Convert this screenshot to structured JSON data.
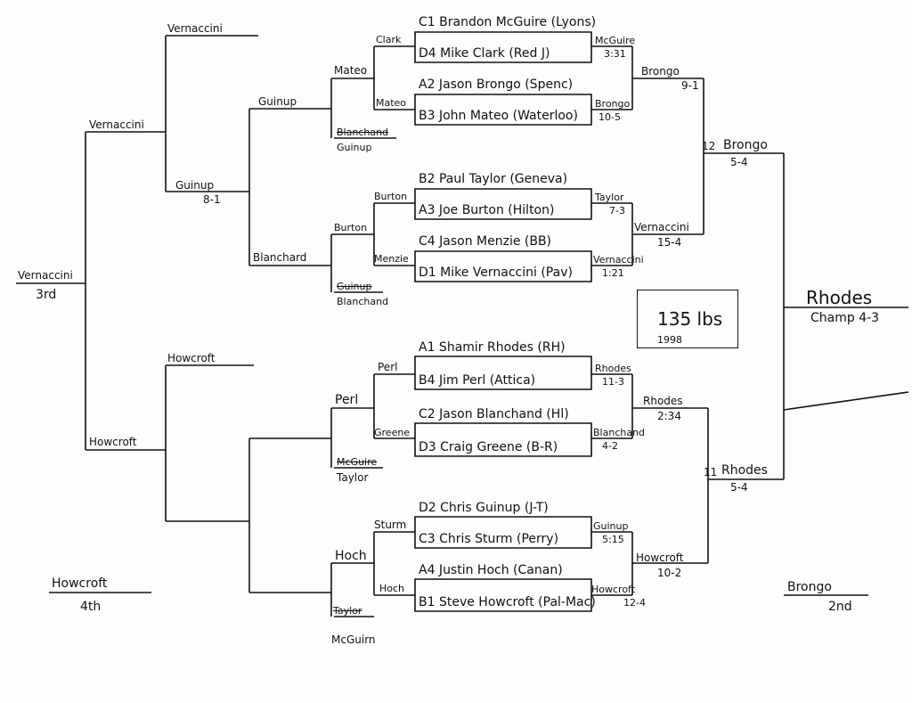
{
  "weight_box": {
    "weight": "135 lbs",
    "year": "1998"
  },
  "entrants": [
    "C1 Brandon McGuire (Lyons)",
    "D4 Mike Clark (Red J)",
    "A2 Jason Brongo (Spenc)",
    "B3 John Mateo (Waterloo)",
    "B2 Paul Taylor (Geneva)",
    "A3 Joe Burton (Hilton)",
    "C4 Jason Menzie (BB)",
    "D1 Mike Vernaccini (Pav)",
    "A1 Shamir Rhodes (RH)",
    "B4 Jim Perl (Attica)",
    "C2 Jason Blanchand (Hl)",
    "D3 Craig Greene (B-R)",
    "D2 Chris Guinup (J-T)",
    "C3 Chris Sturm (Perry)",
    "A4 Justin Hoch (Canan)",
    "B1 Steve Howcroft (Pal-Mac)"
  ],
  "quarterfinals": [
    {
      "winner": "McGuire",
      "score": "3:31"
    },
    {
      "winner": "Brongo",
      "score": "10-5"
    },
    {
      "winner": "Taylor",
      "score": "7-3"
    },
    {
      "winner": "Vernaccini",
      "score": "1:21"
    },
    {
      "winner": "Rhodes",
      "score": "11-3"
    },
    {
      "winner": "Blanchand",
      "score": "4-2"
    },
    {
      "winner": "Guinup",
      "score": "5:15"
    },
    {
      "winner": "Howcroft",
      "score": "12-4"
    }
  ],
  "semifinals": [
    {
      "winner": "Brongo",
      "score": "9-1"
    },
    {
      "winner": "Vernaccini",
      "score": "15-4"
    },
    {
      "winner": "Rhodes",
      "score": "2:34"
    },
    {
      "winner": "Howcroft",
      "score": "10-2"
    }
  ],
  "finalists": [
    {
      "seed": "12",
      "winner": "Brongo",
      "score": "5-4"
    },
    {
      "seed": "11",
      "winner": "Rhodes",
      "score": "5-4"
    }
  ],
  "champion": {
    "name": "Rhodes",
    "label": "Champ 4-3"
  },
  "consolation": {
    "round1": [
      "Clark",
      "Mateo",
      "Burton",
      "Menzie",
      "Perl",
      "Greene",
      "Sturm",
      "Hoch"
    ],
    "round2": [
      "Mateo",
      "Burton",
      "Perl",
      "Hoch"
    ],
    "crossed_out": [
      "Blanchand",
      "Guinup",
      "McGuire",
      "Taylor"
    ],
    "drop_ins": [
      "Guinup",
      "Blanchand",
      "Taylor",
      "McGuirn"
    ],
    "round3": [
      "Guinup",
      "Blanchard"
    ],
    "round4": {
      "winner": "Guinup",
      "score": "8-1"
    },
    "top_line": "Vernaccini",
    "upper_semi": "Vernaccini",
    "lower_top": "Howcroft",
    "lower_semi": "Howcroft"
  },
  "placings": {
    "third": {
      "name": "Vernaccini",
      "label": "3rd"
    },
    "fourth": {
      "name": "Howcroft",
      "label": "4th"
    },
    "second": {
      "name": "Brongo",
      "label": "2nd"
    }
  }
}
